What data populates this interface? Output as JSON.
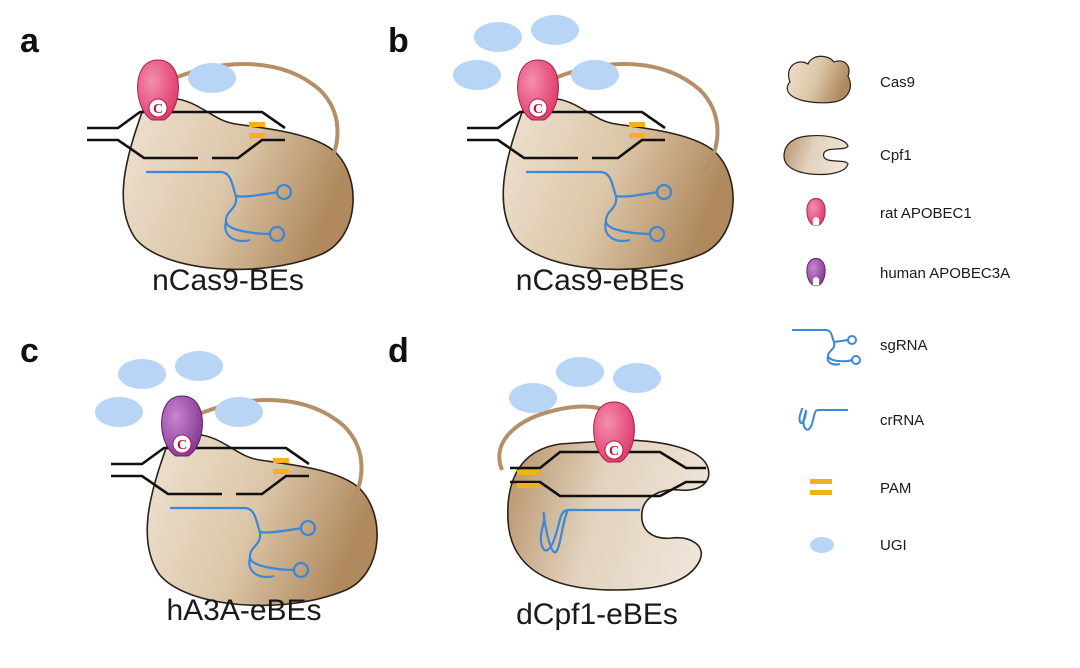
{
  "colors": {
    "cas_body_light": "#eee3d3",
    "cas_body_dark": "#b08a5e",
    "cas_outline": "#2a2118",
    "linker": "#b48f68",
    "rat_apobec1": "#e8507a",
    "human_apobec3a": "#9d50a8",
    "rna": "#3b87d8",
    "pam": "#f2b21b",
    "ugi": "#b9d5f5",
    "dna": "#111111"
  },
  "panels": [
    {
      "letter": "a",
      "caption": "nCas9-BEs"
    },
    {
      "letter": "b",
      "caption": "nCas9-eBEs"
    },
    {
      "letter": "c",
      "caption": "hA3A-eBEs"
    },
    {
      "letter": "d",
      "caption": "dCpf1-eBEs"
    }
  ],
  "legend": [
    {
      "icon": "cas9-icon",
      "label": "Cas9"
    },
    {
      "icon": "cpf1-icon",
      "label": "Cpf1"
    },
    {
      "icon": "rat-apobec1-icon",
      "label": "rat APOBEC1"
    },
    {
      "icon": "human-apobec3a-icon",
      "label": "human APOBEC3A"
    },
    {
      "icon": "sgrna-icon",
      "label": "sgRNA"
    },
    {
      "icon": "crrna-icon",
      "label": "crRNA"
    },
    {
      "icon": "pam-icon",
      "label": "PAM"
    },
    {
      "icon": "ugi-icon",
      "label": "UGI"
    }
  ],
  "deaminase_mark": "C"
}
